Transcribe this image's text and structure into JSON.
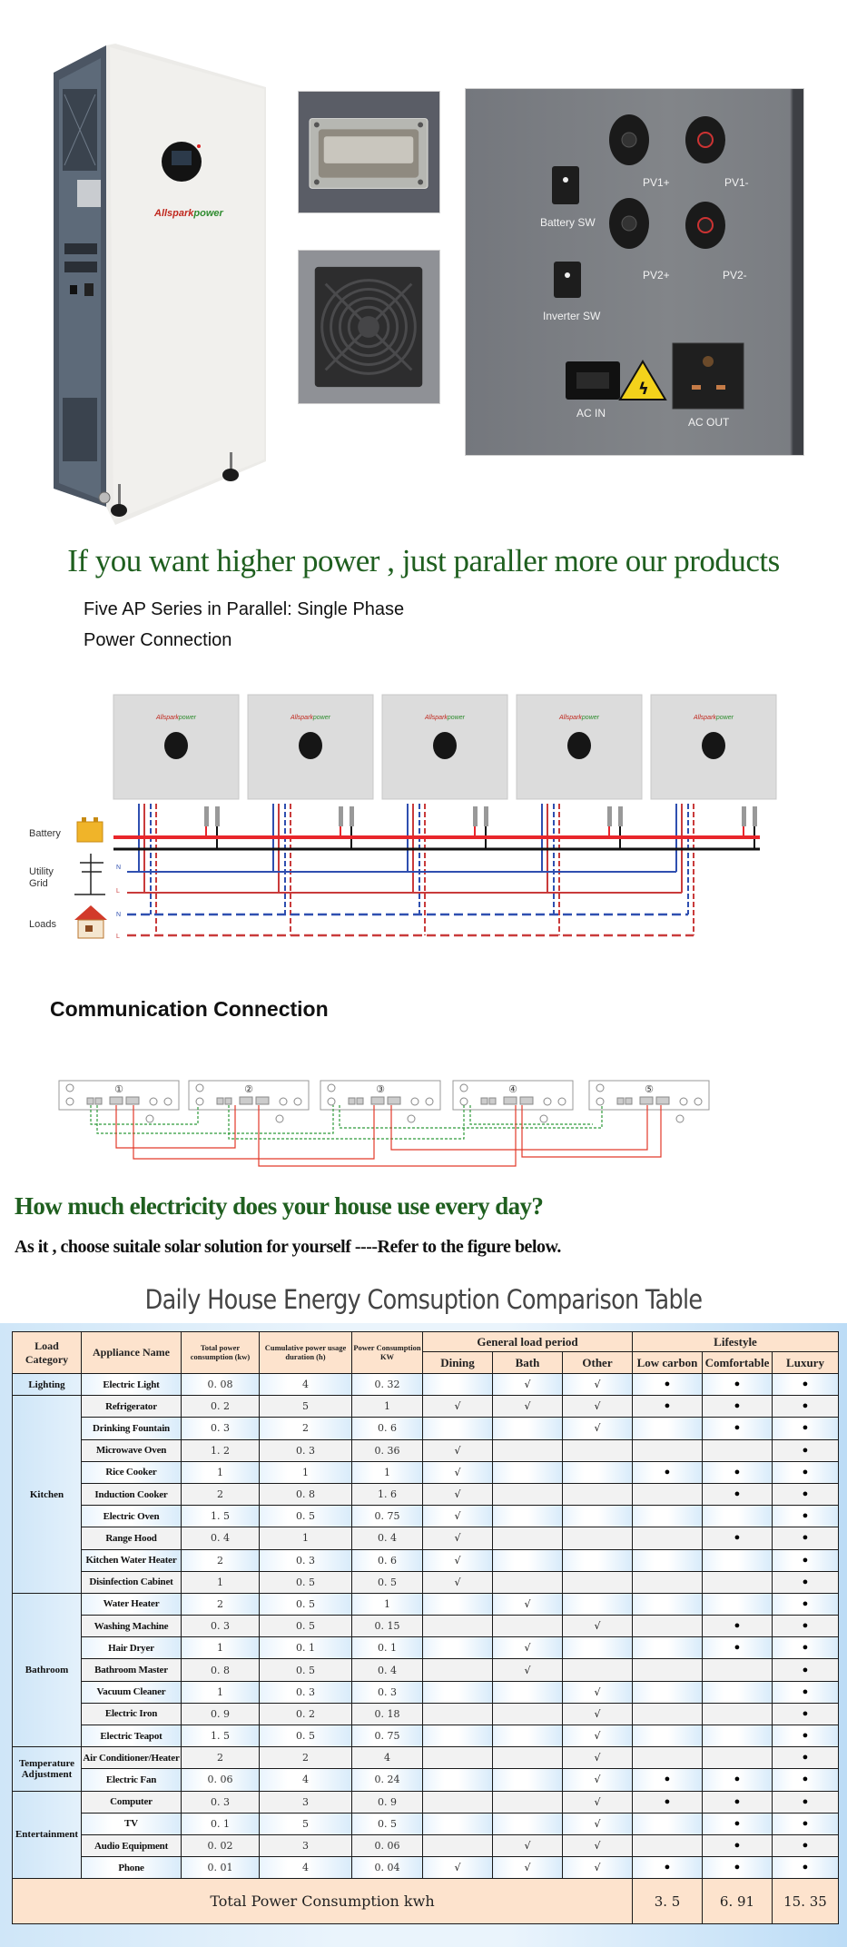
{
  "product": {
    "brand": "Allsparkpower",
    "brand_parts": [
      "Allspark",
      "power"
    ],
    "panel_labels": {
      "battery_sw": "Battery SW",
      "inverter_sw": "Inverter SW",
      "pv1_plus": "PV1+",
      "pv1_minus": "PV1-",
      "pv2_plus": "PV2+",
      "pv2_minus": "PV2-",
      "ac_in": "AC  IN",
      "ac_out": "AC OUT"
    }
  },
  "headline": "If you want  higher power , just paraller more our products",
  "parallel": {
    "subtitle_1": "Five AP Series in Parallel:  Single Phase",
    "subtitle_2": "Power Connection",
    "unit_count": 5,
    "legend": {
      "battery": "Battery",
      "utility_grid_1": "Utility",
      "utility_grid_2": "Grid",
      "loads": "Loads",
      "n": "N",
      "l": "L"
    },
    "colors": {
      "positive": "#e8262b",
      "negative": "#111111",
      "neutral": "#2f4fb0",
      "line": "#c93b3b",
      "comm_green": "#2e9a3a",
      "comm_red": "#e23a2a"
    }
  },
  "communication": {
    "title": "Communication Connection",
    "units": [
      "①",
      "②",
      "③",
      "④",
      "⑤"
    ]
  },
  "question": {
    "title": "How much electricity does your house use every day?",
    "subtitle": "As it , choose suitale solar solution for yourself ----Refer to the figure below."
  },
  "table": {
    "title": "Daily House Energy Comsuption Comparison Table",
    "headers": {
      "load_category": "Load Category",
      "appliance_name": "Appliance Name",
      "total_power": "Total power consumption (kw)",
      "duration": "Cumulative power usage duration (h)",
      "power_kw": "Power Consumption KW",
      "general_load_period": "General load period",
      "dining": "Dining",
      "bath": "Bath",
      "other": "Other",
      "lifestyle": "Lifestyle",
      "low_carbon": "Low carbon",
      "comfortable": "Comfortable",
      "luxury": "Luxury"
    },
    "check_symbol": "√",
    "dot_symbol": "●",
    "categories": [
      {
        "name": "Lighting",
        "rows": [
          {
            "appliance": "Electric Light",
            "total": "0. 08",
            "hours": "4",
            "kw": "0. 32",
            "dining": "",
            "bath": "√",
            "other": "√",
            "low": "●",
            "comf": "●",
            "lux": "●"
          }
        ]
      },
      {
        "name": "Kitchen",
        "rows": [
          {
            "appliance": "Refrigerator",
            "total": "0. 2",
            "hours": "5",
            "kw": "1",
            "dining": "√",
            "bath": "√",
            "other": "√",
            "low": "●",
            "comf": "●",
            "lux": "●"
          },
          {
            "appliance": "Drinking Fountain",
            "total": "0. 3",
            "hours": "2",
            "kw": "0. 6",
            "dining": "",
            "bath": "",
            "other": "√",
            "low": "",
            "comf": "●",
            "lux": "●"
          },
          {
            "appliance": "Microwave Oven",
            "total": "1. 2",
            "hours": "0. 3",
            "kw": "0. 36",
            "dining": "√",
            "bath": "",
            "other": "",
            "low": "",
            "comf": "",
            "lux": "●"
          },
          {
            "appliance": "Rice Cooker",
            "total": "1",
            "hours": "1",
            "kw": "1",
            "dining": "√",
            "bath": "",
            "other": "",
            "low": "●",
            "comf": "●",
            "lux": "●"
          },
          {
            "appliance": "Induction Cooker",
            "total": "2",
            "hours": "0. 8",
            "kw": "1. 6",
            "dining": "√",
            "bath": "",
            "other": "",
            "low": "",
            "comf": "●",
            "lux": "●"
          },
          {
            "appliance": "Electric Oven",
            "total": "1. 5",
            "hours": "0. 5",
            "kw": "0. 75",
            "dining": "√",
            "bath": "",
            "other": "",
            "low": "",
            "comf": "",
            "lux": "●"
          },
          {
            "appliance": "Range Hood",
            "total": "0. 4",
            "hours": "1",
            "kw": "0. 4",
            "dining": "√",
            "bath": "",
            "other": "",
            "low": "",
            "comf": "●",
            "lux": "●"
          },
          {
            "appliance": "Kitchen Water Heater",
            "total": "2",
            "hours": "0. 3",
            "kw": "0. 6",
            "dining": "√",
            "bath": "",
            "other": "",
            "low": "",
            "comf": "",
            "lux": "●"
          },
          {
            "appliance": "Disinfection Cabinet",
            "total": "1",
            "hours": "0. 5",
            "kw": "0. 5",
            "dining": "√",
            "bath": "",
            "other": "",
            "low": "",
            "comf": "",
            "lux": "●"
          }
        ]
      },
      {
        "name": "Bathroom",
        "rows": [
          {
            "appliance": "Water Heater",
            "total": "2",
            "hours": "0. 5",
            "kw": "1",
            "dining": "",
            "bath": "√",
            "other": "",
            "low": "",
            "comf": "",
            "lux": "●"
          },
          {
            "appliance": "Washing Machine",
            "total": "0. 3",
            "hours": "0. 5",
            "kw": "0. 15",
            "dining": "",
            "bath": "",
            "other": "√",
            "low": "",
            "comf": "●",
            "lux": "●"
          },
          {
            "appliance": "Hair Dryer",
            "total": "1",
            "hours": "0. 1",
            "kw": "0. 1",
            "dining": "",
            "bath": "√",
            "other": "",
            "low": "",
            "comf": "●",
            "lux": "●"
          },
          {
            "appliance": "Bathroom Master",
            "total": "0. 8",
            "hours": "0. 5",
            "kw": "0. 4",
            "dining": "",
            "bath": "√",
            "other": "",
            "low": "",
            "comf": "",
            "lux": "●"
          },
          {
            "appliance": "Vacuum Cleaner",
            "total": "1",
            "hours": "0. 3",
            "kw": "0. 3",
            "dining": "",
            "bath": "",
            "other": "√",
            "low": "",
            "comf": "",
            "lux": "●"
          },
          {
            "appliance": "Electric Iron",
            "total": "0. 9",
            "hours": "0. 2",
            "kw": "0. 18",
            "dining": "",
            "bath": "",
            "other": "√",
            "low": "",
            "comf": "",
            "lux": "●"
          },
          {
            "appliance": "Electric Teapot",
            "total": "1. 5",
            "hours": "0. 5",
            "kw": "0. 75",
            "dining": "",
            "bath": "",
            "other": "√",
            "low": "",
            "comf": "",
            "lux": "●"
          }
        ]
      },
      {
        "name": "Temperature Adjustment",
        "rows": [
          {
            "appliance": "Air Conditioner/Heater",
            "total": "2",
            "hours": "2",
            "kw": "4",
            "dining": "",
            "bath": "",
            "other": "√",
            "low": "",
            "comf": "",
            "lux": "●"
          },
          {
            "appliance": "Electric Fan",
            "total": "0. 06",
            "hours": "4",
            "kw": "0. 24",
            "dining": "",
            "bath": "",
            "other": "√",
            "low": "●",
            "comf": "●",
            "lux": "●"
          }
        ]
      },
      {
        "name": "Entertainment",
        "rows": [
          {
            "appliance": "Computer",
            "total": "0. 3",
            "hours": "3",
            "kw": "0. 9",
            "dining": "",
            "bath": "",
            "other": "√",
            "low": "●",
            "comf": "●",
            "lux": "●"
          },
          {
            "appliance": "TV",
            "total": "0. 1",
            "hours": "5",
            "kw": "0. 5",
            "dining": "",
            "bath": "",
            "other": "√",
            "low": "",
            "comf": "●",
            "lux": "●"
          },
          {
            "appliance": "Audio Equipment",
            "total": "0. 02",
            "hours": "3",
            "kw": "0. 06",
            "dining": "",
            "bath": "√",
            "other": "√",
            "low": "",
            "comf": "●",
            "lux": "●"
          },
          {
            "appliance": "Phone",
            "total": "0. 01",
            "hours": "4",
            "kw": "0. 04",
            "dining": "√",
            "bath": "√",
            "other": "√",
            "low": "●",
            "comf": "●",
            "lux": "●"
          }
        ]
      }
    ],
    "total": {
      "label": "Total Power Consumption kwh",
      "low_carbon": "3. 5",
      "comfortable": "6. 91",
      "luxury": "15. 35"
    }
  }
}
